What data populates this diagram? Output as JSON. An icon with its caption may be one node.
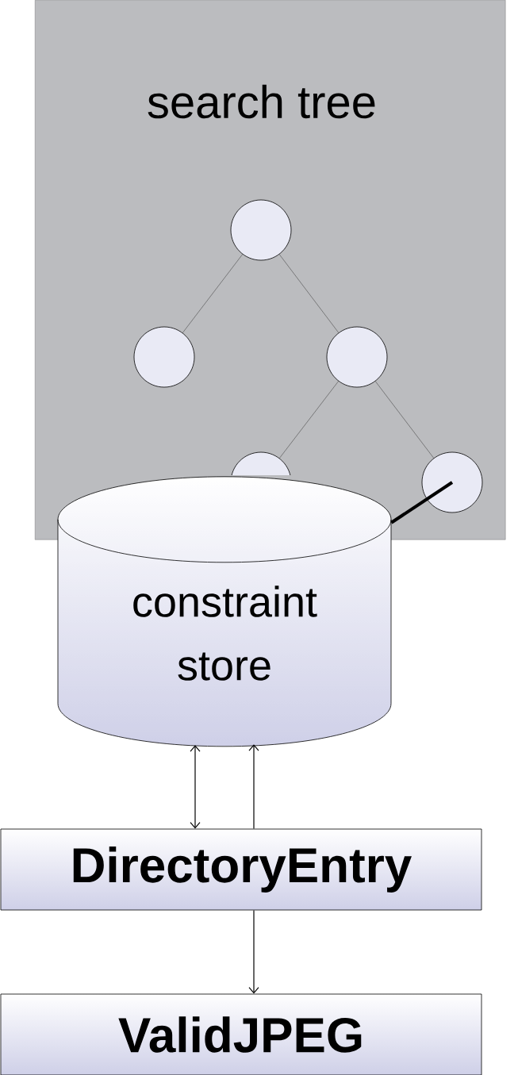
{
  "diagram": {
    "nodes": [
      {
        "text": [
          "search tree"
        ]
      },
      {
        "text": [],
        "shape": "circle",
        "in": 0
      },
      {
        "text": [],
        "shape": "circle",
        "in": 0
      },
      {
        "text": [],
        "shape": "circle",
        "in": 0
      },
      {
        "text": [],
        "shape": "circle",
        "in": 0
      },
      {
        "text": [],
        "shape": "circle",
        "in": 0
      },
      {
        "text": [
          "constraint store"
        ]
      },
      {
        "text": [
          "DirectoryEntry"
        ]
      },
      {
        "text": [
          "ValidJPEG"
        ]
      }
    ],
    "edges": [
      {
        "from": 1,
        "to": 2,
        "arrow": "none"
      },
      {
        "from": 1,
        "to": 3,
        "arrow": "none"
      },
      {
        "from": 3,
        "to": 4,
        "arrow": "none"
      },
      {
        "from": 3,
        "to": 5,
        "arrow": "none"
      },
      {
        "from": 5,
        "to": 6,
        "arrow": "none",
        "style": "thick"
      },
      {
        "from": 6,
        "to": 7,
        "arrow": "both"
      },
      {
        "from": 7,
        "to": 6,
        "arrow": "to"
      },
      {
        "from": 7,
        "to": 8,
        "arrow": "to"
      }
    ]
  }
}
